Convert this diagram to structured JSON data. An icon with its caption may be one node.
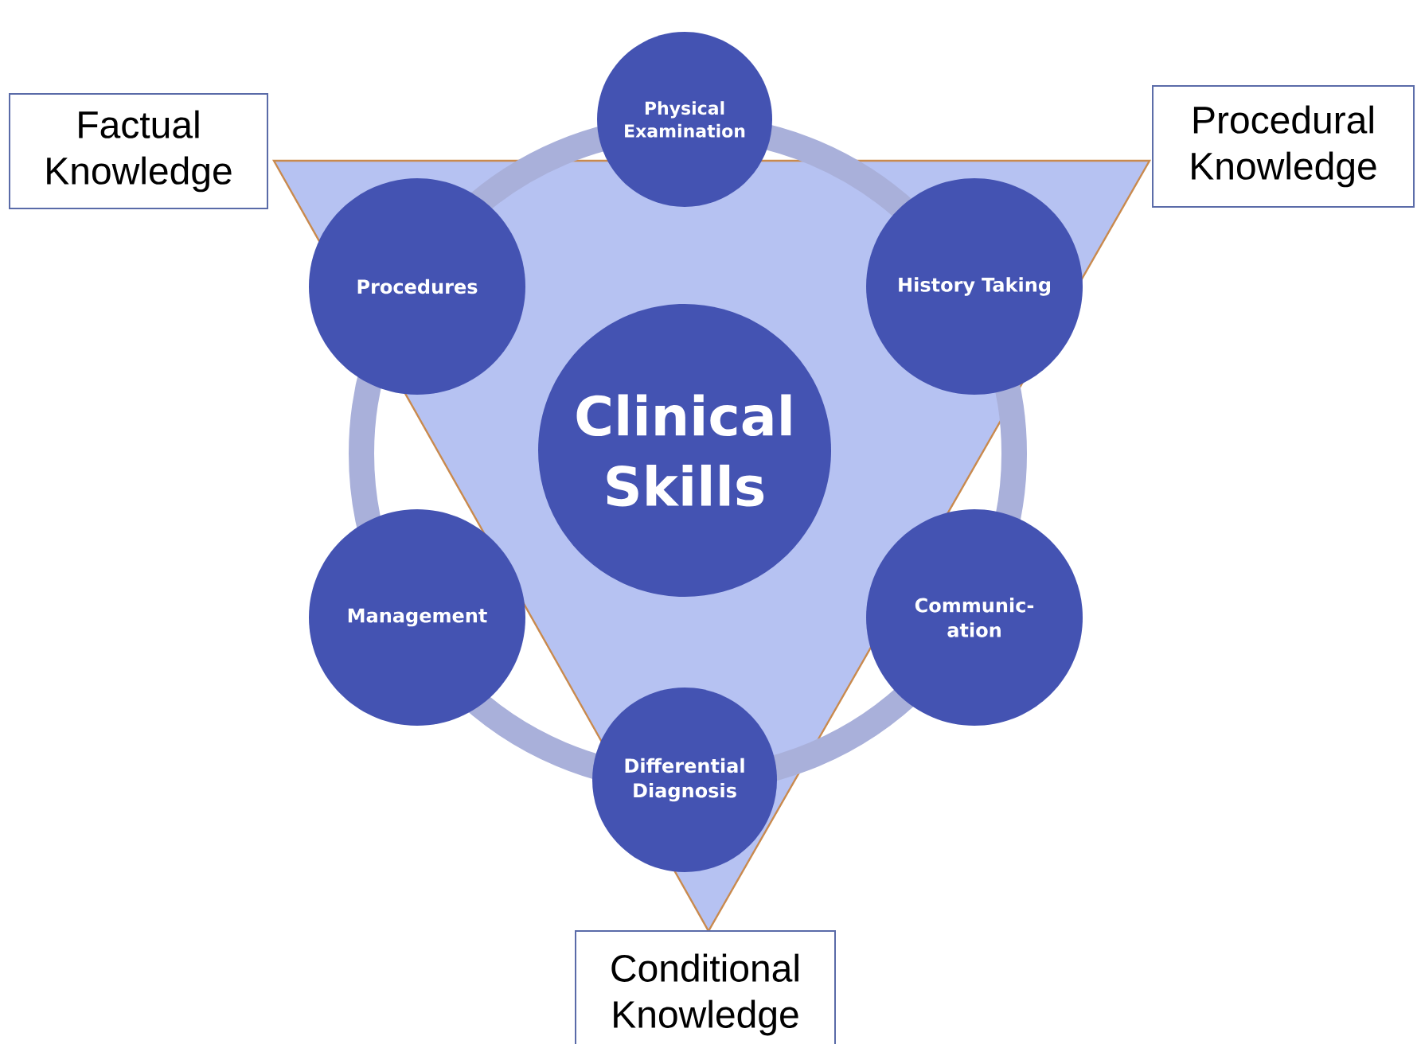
{
  "diagram": {
    "nodes": [
      {
        "text": [
          "Factual Knowledge"
        ]
      },
      {
        "text": [
          "Physical Examination"
        ]
      },
      {
        "text": [
          "Procedural Knowledge"
        ]
      },
      {
        "text": [
          "Procedures"
        ]
      },
      {
        "text": [
          "History Taking"
        ]
      },
      {
        "text": [
          "Clinical Skills"
        ]
      },
      {
        "text": [
          "Management"
        ]
      },
      {
        "text": [
          "Communic- ation"
        ]
      },
      {
        "text": [
          "Differential Diagnosis"
        ]
      },
      {
        "text": [
          "Conditional Knowledge"
        ]
      }
    ]
  }
}
